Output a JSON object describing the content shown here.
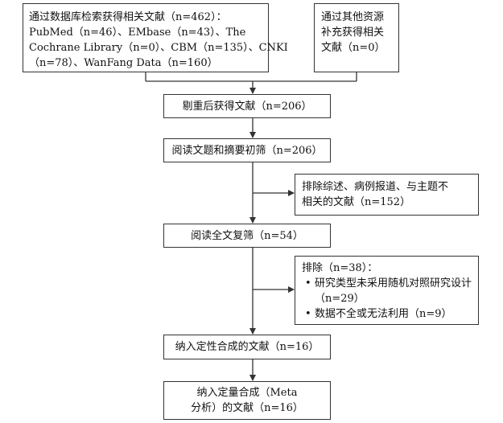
{
  "search": {
    "lines": [
      "通过数据库检索获得相关文献（n=462）：",
      "PubMed（n=46）、EMbase（n=43）、The",
      "Cochrane Library（n=0）、CBM（n=135）、CNKI",
      "（n=78）、WanFang Data（n=160）"
    ]
  },
  "other_sources": {
    "lines": [
      "通过其他资源",
      "补充获得相关",
      "文献（n=0）"
    ]
  },
  "dedup": {
    "text": "剔重后获得文献（n=206）"
  },
  "title_screen": {
    "text": "阅读文题和摘要初筛（n=206）"
  },
  "exclude_1": {
    "lines": [
      "排除综述、病例报道、与主题不",
      "相关的文献（n=152）"
    ]
  },
  "fulltext": {
    "text": "阅读全文复筛（n=54）"
  },
  "exclude_2": {
    "heading": "排除（n=38）：",
    "items": [
      "研究类型未采用随机对照研究设计（n=29）",
      "数据不全或无法利用（n=9）"
    ]
  },
  "qualitative": {
    "text": "纳入定性合成的文献（n=16）"
  },
  "quantitative": {
    "lines": [
      "纳入定量合成（Meta",
      "分析）的文献（n=16）"
    ]
  },
  "colors": {
    "line": "#333333",
    "text": "#111111",
    "background": "#ffffff"
  }
}
